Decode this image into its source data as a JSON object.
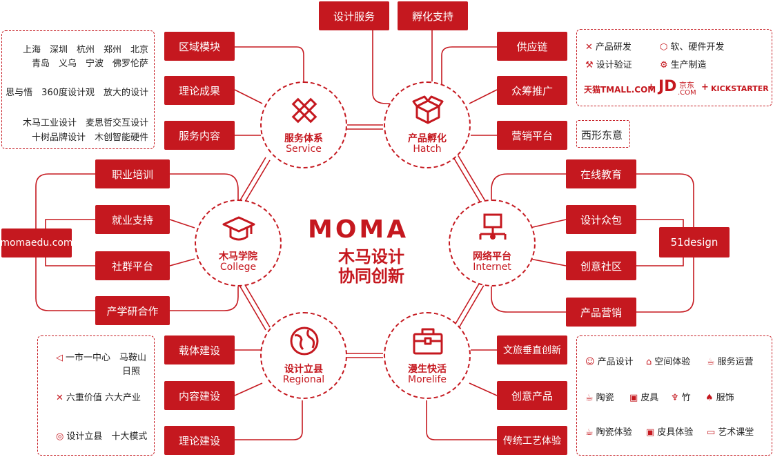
{
  "center": {
    "logo": "MOMA",
    "line1": "木马设计",
    "line2": "协同创新"
  },
  "hubs": {
    "service": {
      "zh": "服务体系",
      "en": "Service",
      "icon": "pencil-ruler-icon"
    },
    "hatch": {
      "zh": "产品孵化",
      "en": "Hatch",
      "icon": "box-icon"
    },
    "college": {
      "zh": "木马学院",
      "en": "College",
      "icon": "graduation-cap-icon"
    },
    "internet": {
      "zh": "网络平台",
      "en": "Internet",
      "icon": "network-icon"
    },
    "regional": {
      "zh": "设计立县",
      "en": "Regional",
      "icon": "globe-icon"
    },
    "morelife": {
      "zh": "漫生快活",
      "en": "Morelife",
      "icon": "toolbox-icon"
    }
  },
  "top_boxes": [
    "设计服务",
    "孵化支持"
  ],
  "service_boxes": [
    "区域模块",
    "理论成果",
    "服务内容"
  ],
  "hatch_boxes": [
    "供应链",
    "众筹推广",
    "营销平台"
  ],
  "college_boxes": [
    "职业培训",
    "就业支持",
    "社群平台",
    "产学研合作"
  ],
  "internet_boxes": [
    "在线教育",
    "设计众包",
    "创意社区",
    "产品营销"
  ],
  "regional_boxes": [
    "载体建设",
    "内容建设",
    "理论建设"
  ],
  "morelife_boxes": [
    "文旅垂直创新",
    "创意产品",
    "传统工艺体验"
  ],
  "college_label": "momaedu.com",
  "internet_label": "51design",
  "service_detail": {
    "cities_1": "上海　深圳　杭州　郑州　北京",
    "cities_2": "青岛　义乌　宁波　佛罗伦萨",
    "theory": "思与悟　360度设计观　放大的设计",
    "brands_1": "木马工业设计　麦思哲交互设计",
    "brands_2": "十树品牌设计　木创智能硬件"
  },
  "hatch_detail": {
    "items": [
      "产品研发",
      "软、硬件开发",
      "设计验证",
      "生产制造"
    ],
    "logo_tmall": "天猫TMALL.COM",
    "plus": "+",
    "logo_jd": "JD",
    "logo_jd_cn": "京东",
    "logo_jd_com": ".COM",
    "logo_kick": "KICKSTARTER"
  },
  "marketing_tag": "西形东意",
  "regional_detail": {
    "line1": "一市一中心　马鞍山",
    "line1b": "日照",
    "line2": "六重价值 六大产业",
    "line3": "设计立县　十大模式"
  },
  "morelife_detail": {
    "row1": [
      "产品设计",
      "空间体验",
      "服务运营"
    ],
    "row2": [
      "陶瓷",
      "皮具",
      "竹",
      "服饰"
    ],
    "row3": [
      "陶瓷体验",
      "皮具体验",
      "艺术课堂"
    ]
  },
  "colors": {
    "accent": "#c5181f"
  }
}
